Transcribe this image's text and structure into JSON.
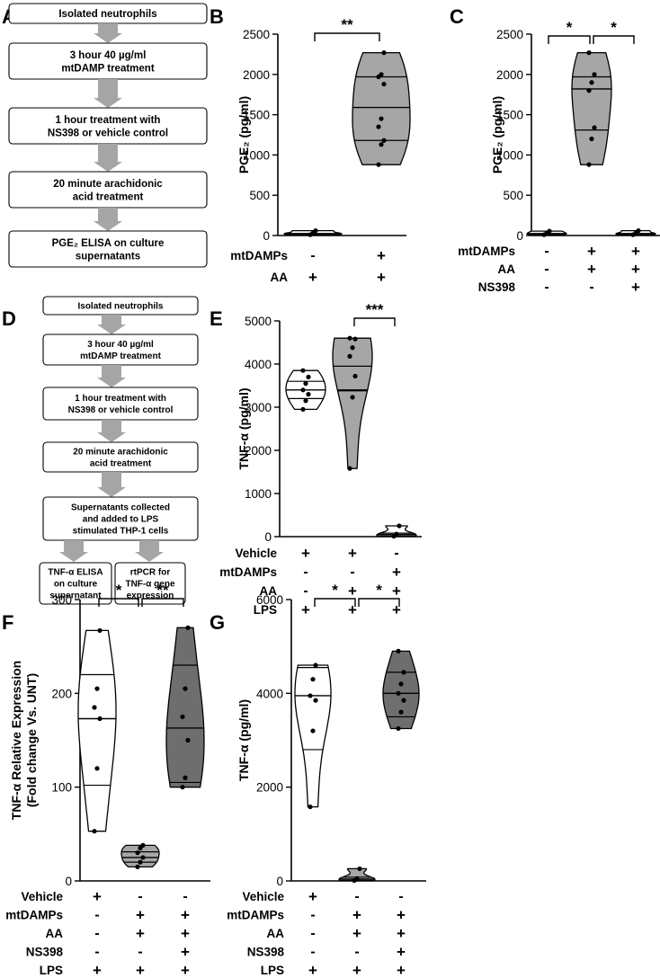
{
  "panel_letters": [
    "A",
    "B",
    "C",
    "D",
    "E",
    "F",
    "G"
  ],
  "flowchart_A": {
    "steps": [
      [
        "Isolated neutrophils"
      ],
      [
        "3 hour 40 µg/ml",
        "mtDAMP treatment"
      ],
      [
        "1 hour treatment with",
        "NS398 or vehicle control"
      ],
      [
        "20 minute arachidonic",
        "acid treatment"
      ],
      [
        "PGE₂ ELISA on culture",
        "supernatants"
      ]
    ]
  },
  "flowchart_D": {
    "steps": [
      [
        "Isolated neutrophils"
      ],
      [
        "3 hour 40 µg/ml",
        "mtDAMP treatment"
      ],
      [
        "1 hour treatment with",
        "NS398 or vehicle control"
      ],
      [
        "20 minute arachidonic",
        "acid treatment"
      ],
      [
        "Supernatants collected",
        "and added to LPS",
        "stimulated THP-1 cells"
      ]
    ],
    "branches": [
      [
        "TNF-α ELISA",
        "on culture",
        "supernatant"
      ],
      [
        "rtPCR for",
        "TNF-α gene",
        "expression"
      ]
    ]
  },
  "colors": {
    "white_fill": "#ffffff",
    "light_grey_fill": "#a6a6a6",
    "dark_grey_fill": "#6e6e6e",
    "arrow_grey": "#a5a5a5"
  },
  "chart_data": [
    {
      "panel": "B",
      "type": "violin",
      "ylabel": "PGE₂ (pg/ml)",
      "ylim": [
        0,
        2500
      ],
      "yticks": [
        0,
        500,
        1000,
        1500,
        2000,
        2500
      ],
      "conditions": [
        {
          "label": "mtDAMPs",
          "values": [
            "-",
            "+"
          ]
        },
        {
          "label": "AA",
          "values": [
            "+",
            "+"
          ]
        }
      ],
      "groups": [
        {
          "fill": "white",
          "points": [
            10,
            30,
            60
          ],
          "median": 15,
          "quartiles": [
            5,
            25
          ]
        },
        {
          "fill": "light",
          "points": [
            880,
            1130,
            1180,
            1350,
            1450,
            1880,
            1970,
            2000,
            2270
          ],
          "median": 1590,
          "quartiles": [
            1180,
            1970
          ]
        }
      ],
      "brackets": [
        {
          "from": 0,
          "to": 1,
          "label": "**"
        }
      ]
    },
    {
      "panel": "C",
      "type": "violin",
      "ylabel": "PGE₂ (pg/ml)",
      "ylim": [
        0,
        2500
      ],
      "yticks": [
        0,
        500,
        1000,
        1500,
        2000,
        2500
      ],
      "conditions": [
        {
          "label": "mtDAMPs",
          "values": [
            "-",
            "+",
            "+"
          ]
        },
        {
          "label": "AA",
          "values": [
            "-",
            "+",
            "+"
          ]
        },
        {
          "label": "NS398",
          "values": [
            "-",
            "-",
            "+"
          ]
        }
      ],
      "groups": [
        {
          "fill": "white",
          "points": [
            10,
            30,
            55
          ],
          "median": 15,
          "quartiles": [
            5,
            25
          ]
        },
        {
          "fill": "light",
          "points": [
            880,
            1200,
            1340,
            1800,
            1900,
            2000,
            2270
          ],
          "median": 1820,
          "quartiles": [
            1310,
            1970
          ]
        },
        {
          "fill": "white",
          "points": [
            10,
            30,
            60
          ],
          "median": 15,
          "quartiles": [
            5,
            25
          ]
        }
      ],
      "brackets": [
        {
          "from": 0,
          "to": 1,
          "label": "*"
        },
        {
          "from": 1,
          "to": 2,
          "label": "*"
        }
      ]
    },
    {
      "panel": "E",
      "type": "violin",
      "ylabel": "TNF-α (pg/ml)",
      "ylim": [
        0,
        5000
      ],
      "yticks": [
        0,
        1000,
        2000,
        3000,
        4000,
        5000
      ],
      "conditions": [
        {
          "label": "Vehicle",
          "values": [
            "+",
            "+",
            "-"
          ]
        },
        {
          "label": "mtDAMPs",
          "values": [
            "-",
            "-",
            "+"
          ]
        },
        {
          "label": "AA",
          "values": [
            "-",
            "+",
            "+"
          ]
        },
        {
          "label": "LPS",
          "values": [
            "+",
            "+",
            "+"
          ]
        }
      ],
      "groups": [
        {
          "fill": "white",
          "points": [
            2950,
            3150,
            3300,
            3400,
            3550,
            3700,
            3850
          ],
          "median": 3400,
          "quartiles": [
            3200,
            3600
          ]
        },
        {
          "fill": "light",
          "points": [
            1580,
            3230,
            3720,
            4180,
            4380,
            4580,
            4600
          ],
          "median": 3400,
          "quartiles": [
            3380,
            3950
          ]
        },
        {
          "fill": "white",
          "points": [
            10,
            60,
            250
          ],
          "median": 50,
          "quartiles": [
            20,
            80
          ]
        }
      ],
      "brackets": [
        {
          "from": 1,
          "to": 2,
          "label": "***"
        }
      ]
    },
    {
      "panel": "F",
      "type": "violin",
      "ylabel": "TNF-α Relative Expression",
      "ylabel2": "(Fold change Vs. UNT)",
      "ylim": [
        0,
        300
      ],
      "yticks": [
        0,
        100,
        200,
        300
      ],
      "conditions": [
        {
          "label": "Vehicle",
          "values": [
            "+",
            "-",
            "-"
          ]
        },
        {
          "label": "mtDAMPs",
          "values": [
            "-",
            "+",
            "+"
          ]
        },
        {
          "label": "AA",
          "values": [
            "-",
            "+",
            "+"
          ]
        },
        {
          "label": "NS398",
          "values": [
            "-",
            "-",
            "+"
          ]
        },
        {
          "label": "LPS",
          "values": [
            "+",
            "+",
            "+"
          ]
        }
      ],
      "groups": [
        {
          "fill": "white",
          "points": [
            53,
            120,
            173,
            185,
            205,
            267
          ],
          "median": 173,
          "quartiles": [
            102,
            220
          ]
        },
        {
          "fill": "light",
          "points": [
            15,
            20,
            25,
            30,
            35,
            38
          ],
          "median": 25,
          "quartiles": [
            20,
            31
          ]
        },
        {
          "fill": "dark",
          "points": [
            100,
            110,
            150,
            175,
            205,
            270
          ],
          "median": 163,
          "quartiles": [
            105,
            230
          ]
        }
      ],
      "brackets": [
        {
          "from": 0,
          "to": 1,
          "label": "*"
        },
        {
          "from": 1,
          "to": 2,
          "label": "**"
        }
      ]
    },
    {
      "panel": "G",
      "type": "violin",
      "ylabel": "TNF-α (pg/ml)",
      "ylim": [
        0,
        6000
      ],
      "yticks": [
        0,
        2000,
        4000,
        6000
      ],
      "conditions": [
        {
          "label": "Vehicle",
          "values": [
            "+",
            "-",
            "-"
          ]
        },
        {
          "label": "mtDAMPs",
          "values": [
            "-",
            "+",
            "+"
          ]
        },
        {
          "label": "AA",
          "values": [
            "-",
            "+",
            "+"
          ]
        },
        {
          "label": "NS398",
          "values": [
            "-",
            "-",
            "+"
          ]
        },
        {
          "label": "LPS",
          "values": [
            "+",
            "+",
            "+"
          ]
        }
      ],
      "groups": [
        {
          "fill": "white",
          "points": [
            1580,
            3200,
            3850,
            3950,
            4300,
            4600
          ],
          "median": 3950,
          "quartiles": [
            2800,
            4550
          ]
        },
        {
          "fill": "light",
          "points": [
            10,
            50,
            260
          ],
          "median": 40,
          "quartiles": [
            10,
            80
          ]
        },
        {
          "fill": "dark",
          "points": [
            3250,
            3600,
            3850,
            4000,
            4200,
            4450,
            4900
          ],
          "median": 4000,
          "quartiles": [
            3500,
            4450
          ]
        }
      ],
      "brackets": [
        {
          "from": 0,
          "to": 1,
          "label": "*"
        },
        {
          "from": 1,
          "to": 2,
          "label": "*"
        }
      ]
    }
  ]
}
